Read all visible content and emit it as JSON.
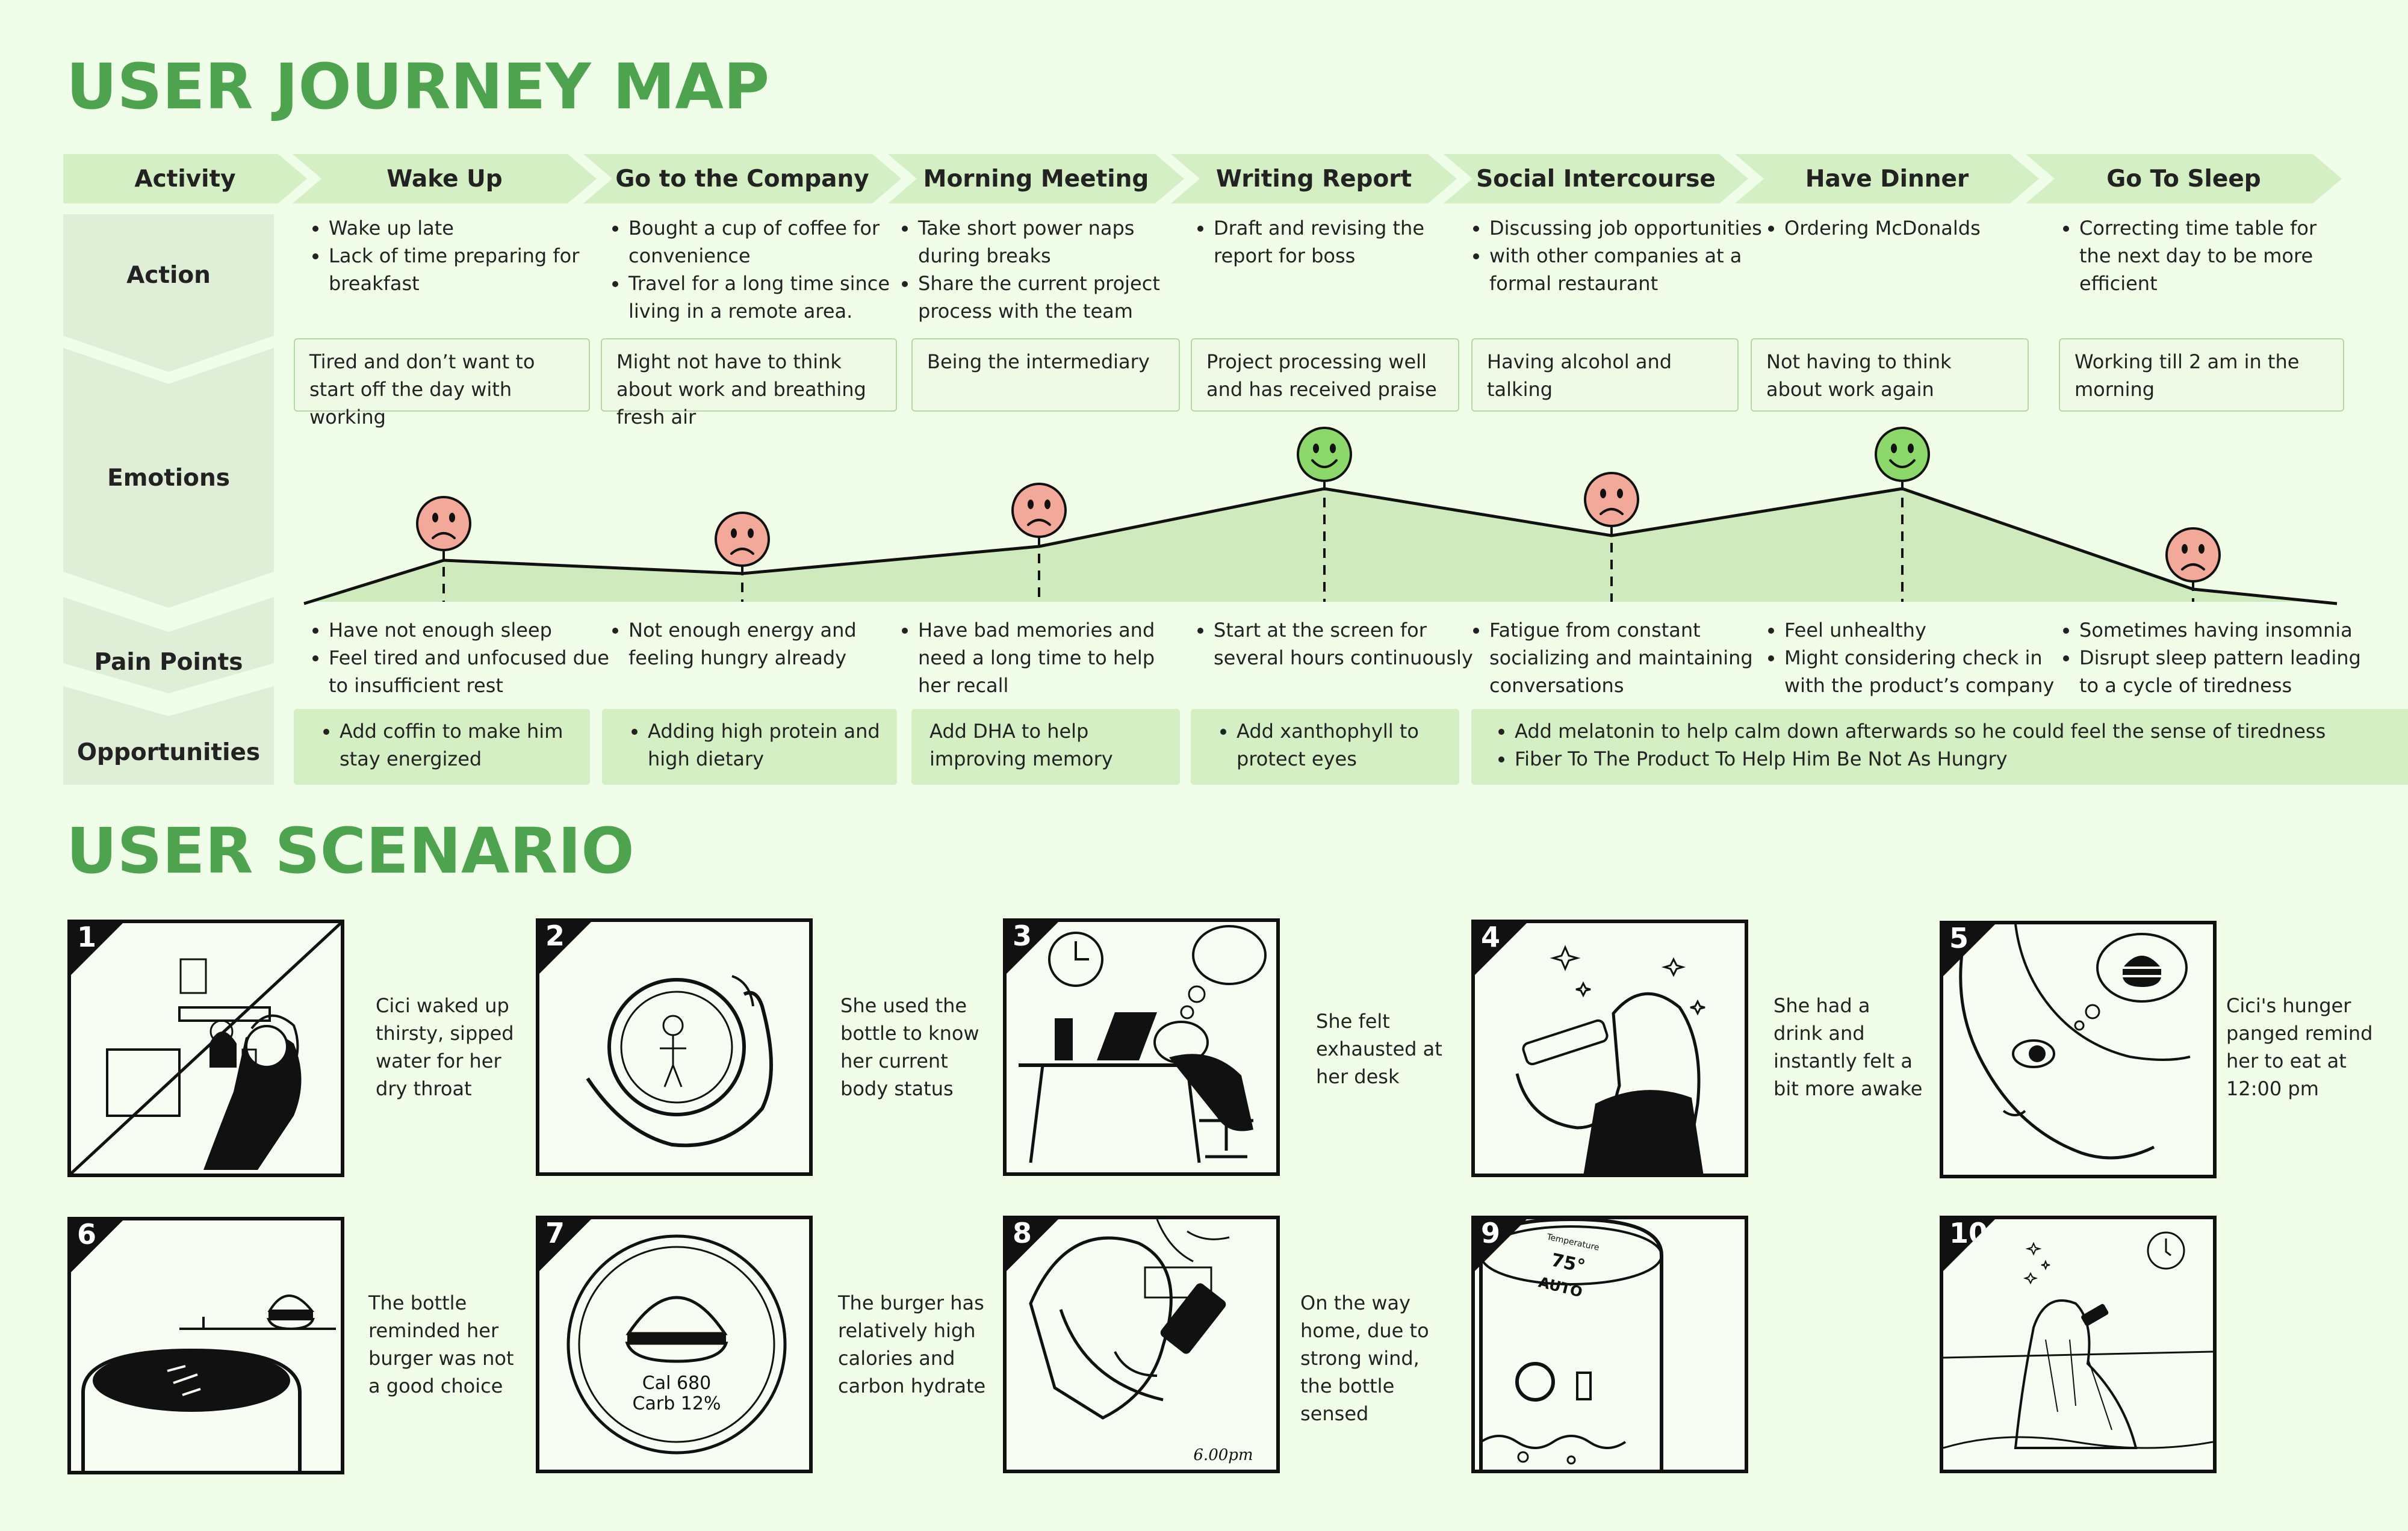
{
  "journey_title": "USER JOURNEY MAP",
  "scenario_title": "USER SCENARIO",
  "row_labels": {
    "activity": "Activity",
    "action": "Action",
    "emotions": "Emotions",
    "pain_points": "Pain Points",
    "opportunities": "Opportunities"
  },
  "stages": [
    {
      "name": "Wake Up",
      "actions": [
        "Wake up late",
        "Lack of time preparing for breakfast"
      ],
      "emotion_text": "Tired and don’t want to start off the day with working",
      "emotion": "sad",
      "pain_points": [
        "Have not enough sleep",
        "Feel tired and unfocused due to insufficient rest"
      ]
    },
    {
      "name": "Go to the Company",
      "actions": [
        "Bought a cup of coffee for convenience",
        "Travel for a long time since living in a remote area."
      ],
      "emotion_text": "Might not have to think about work and breathing fresh air",
      "emotion": "sad",
      "pain_points": [
        "Not enough energy and feeling hungry already"
      ]
    },
    {
      "name": "Morning Meeting",
      "actions": [
        "Take short power naps during breaks",
        "Share the current project process with the team"
      ],
      "emotion_text": "Being the intermediary",
      "emotion": "sad",
      "pain_points": [
        "Have bad memories and need a long time to help her recall"
      ]
    },
    {
      "name": "Writing Report",
      "actions": [
        "Draft and revising the report for boss"
      ],
      "emotion_text": "Project processing well and has received praise",
      "emotion": "happy",
      "pain_points": [
        "Start at the screen for several hours continuously"
      ]
    },
    {
      "name": "Social Intercourse",
      "actions": [
        "Discussing job opportunities",
        "with other companies at a formal restaurant"
      ],
      "emotion_text": "Having alcohol and talking",
      "emotion": "sad",
      "pain_points": [
        "Fatigue from constant socializing and maintaining conversations"
      ]
    },
    {
      "name": "Have Dinner",
      "actions": [
        "Ordering McDonalds"
      ],
      "emotion_text": "Not having to think about work again",
      "emotion": "happy",
      "pain_points": [
        "Feel unhealthy",
        "Might considering  check in with the product’s company"
      ]
    },
    {
      "name": "Go To Sleep",
      "actions": [
        "Correcting time table for the next day to be more efficient"
      ],
      "emotion_text": "Working till 2 am in the morning",
      "emotion": "sad",
      "pain_points": [
        "Sometimes having insomnia",
        "Disrupt sleep pattern leading to a cycle of tiredness"
      ]
    }
  ],
  "opportunities": [
    {
      "items": [
        "Add coffin to make him stay energized"
      ],
      "bullet": true
    },
    {
      "items": [
        "Adding high protein and high dietary"
      ],
      "bullet": true
    },
    {
      "items": [
        "Add DHA to help improving memory"
      ],
      "bullet": false
    },
    {
      "items": [
        "Add xanthophyll to protect eyes"
      ],
      "bullet": true
    },
    {
      "items": [
        "Add melatonin to help calm down afterwards so he could feel the sense of tiredness",
        "Fiber To The Product To Help Him Be Not As Hungry"
      ],
      "bullet": true
    }
  ],
  "colors": {
    "background": "#f0fde9",
    "title": "#4ea34f",
    "header_fill": "#d4efc3",
    "area_fill": "#cfeabd",
    "sad_face": "#f2a99a",
    "happy_face": "#8cd86a"
  },
  "scenarios": [
    {
      "num": "1",
      "caption": "Cici waked up thirsty, sipped water for her dry throat",
      "scene": "bedroom-drinking"
    },
    {
      "num": "2",
      "caption": "She used the bottle to know her current body status",
      "scene": "hand-bottle-cap"
    },
    {
      "num": "3",
      "caption": "She felt exhausted at her desk",
      "scene": "desk-nap"
    },
    {
      "num": "4",
      "caption": "She had a drink and instantly felt a bit more awake",
      "scene": "drinking-sparkles"
    },
    {
      "num": "5",
      "caption": "Cici's hunger panged remind her to eat at 12:00 pm",
      "scene": "face-burger-thought"
    },
    {
      "num": "6",
      "caption": "The bottle reminded her burger was not a good choice",
      "scene": "bottle-burger-table"
    },
    {
      "num": "7",
      "caption": "The burger has relatively high calories and carbon hydrate",
      "scene": "burger-display",
      "display_lines": [
        "Cal 680",
        "Carb 12%"
      ]
    },
    {
      "num": "8",
      "caption": "On the way home, due to strong wind, the bottle sensed",
      "scene": "walking-phone",
      "time_text": "6.00pm"
    },
    {
      "num": "9",
      "caption": "",
      "scene": "bottle-temperature",
      "temp_label": "Temperature",
      "temp_value": "75°",
      "mode": "AUTO"
    },
    {
      "num": "10",
      "caption": "",
      "scene": "bed-drinking-clock"
    }
  ]
}
